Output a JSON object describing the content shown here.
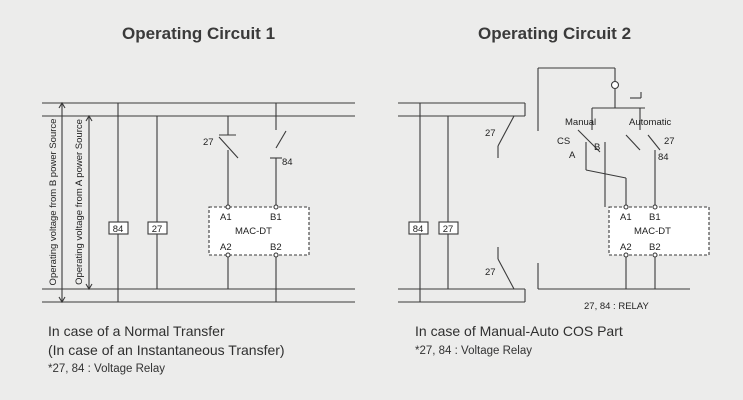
{
  "circuit1": {
    "title": "Operating Circuit 1",
    "axis_b": "Operating voltage from B power Source",
    "axis_a": "Operating voltage from A power Source",
    "relay_84": "84",
    "relay_27": "27",
    "contact_27": "27",
    "contact_84": "84",
    "mac": {
      "a1": "A1",
      "b1": "B1",
      "name": "MAC-DT",
      "a2": "A2",
      "b2": "B2"
    },
    "caption_line1": "In case of a Normal Transfer",
    "caption_line2": "(In case of an Instantaneous Transfer)",
    "note": "*27, 84 : Voltage Relay"
  },
  "circuit2": {
    "title": "Operating Circuit 2",
    "relay_84": "84",
    "relay_27": "27",
    "contact_27_top": "27",
    "contact_27_bottom": "27",
    "manual": "Manual",
    "automatic": "Automatic",
    "cs": "CS",
    "a": "A",
    "b": "B",
    "contact_27_right": "27",
    "contact_84_right": "84",
    "mac": {
      "a1": "A1",
      "b1": "B1",
      "name": "MAC-DT",
      "a2": "A2",
      "b2": "B2"
    },
    "relay_label": "27, 84 : RELAY",
    "caption": "In case of Manual-Auto COS Part",
    "note": "*27, 84 : Voltage Relay"
  },
  "colors": {
    "background": "#ececeb",
    "line": "#3a3a3a"
  }
}
